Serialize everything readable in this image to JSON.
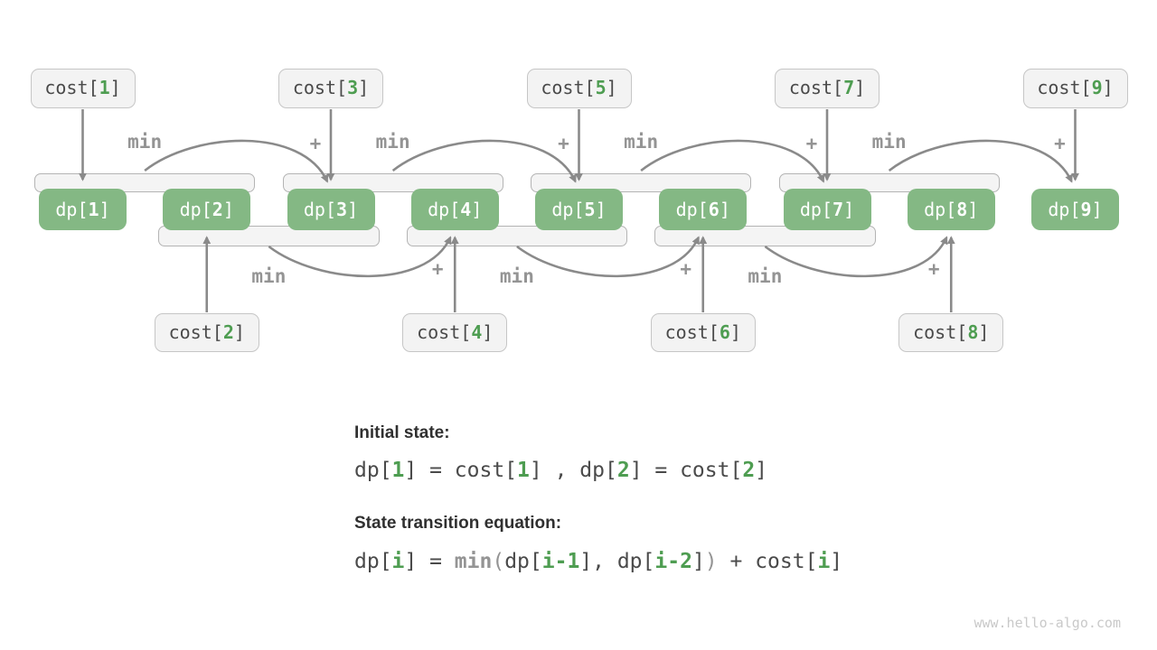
{
  "labels": {
    "min": "min",
    "plus": "+"
  },
  "dp_prefix": "dp[",
  "cost_prefix": "cost[",
  "suffix": "]",
  "dp_indices": [
    "1",
    "2",
    "3",
    "4",
    "5",
    "6",
    "7",
    "8",
    "9"
  ],
  "cost_top_indices": [
    "1",
    "3",
    "5",
    "7",
    "9"
  ],
  "cost_bottom_indices": [
    "2",
    "4",
    "6",
    "8"
  ],
  "top_groups": [
    {
      "pair": [
        "1",
        "2"
      ],
      "target": "3"
    },
    {
      "pair": [
        "3",
        "4"
      ],
      "target": "5"
    },
    {
      "pair": [
        "5",
        "6"
      ],
      "target": "7"
    },
    {
      "pair": [
        "7",
        "8"
      ],
      "target": "9"
    }
  ],
  "bottom_groups": [
    {
      "pair": [
        "2",
        "3"
      ],
      "target": "4"
    },
    {
      "pair": [
        "4",
        "5"
      ],
      "target": "6"
    },
    {
      "pair": [
        "6",
        "7"
      ],
      "target": "8"
    }
  ],
  "notes": {
    "initial_title": "Initial state:",
    "initial_equation": [
      {
        "t": "dp[",
        "c": "dark"
      },
      {
        "t": "1",
        "c": "green"
      },
      {
        "t": "] = cost[",
        "c": "dark"
      },
      {
        "t": "1",
        "c": "green"
      },
      {
        "t": "] , dp[",
        "c": "dark"
      },
      {
        "t": "2",
        "c": "green"
      },
      {
        "t": "] = cost[",
        "c": "dark"
      },
      {
        "t": "2",
        "c": "green"
      },
      {
        "t": "]",
        "c": "dark"
      }
    ],
    "transition_title": "State transition equation:",
    "transition_equation": [
      {
        "t": "dp[",
        "c": "dark"
      },
      {
        "t": "i",
        "c": "green"
      },
      {
        "t": "] = ",
        "c": "dark"
      },
      {
        "t": "min",
        "c": "graybold"
      },
      {
        "t": "(",
        "c": "gray"
      },
      {
        "t": "dp[",
        "c": "dark"
      },
      {
        "t": "i-1",
        "c": "green"
      },
      {
        "t": "], dp[",
        "c": "dark"
      },
      {
        "t": "i-2",
        "c": "green"
      },
      {
        "t": "]",
        "c": "dark"
      },
      {
        "t": ")",
        "c": "gray"
      },
      {
        "t": " + cost[",
        "c": "dark"
      },
      {
        "t": "i",
        "c": "green"
      },
      {
        "t": "]",
        "c": "dark"
      }
    ]
  },
  "watermark": "www.hello-algo.com",
  "colors": {
    "green_box": "#84b884",
    "green_text": "#4e9d51",
    "arrow": "#8a8a8a",
    "operator": "#949494",
    "dark_text": "#4a4a4a",
    "cost_fill": "#f3f3f3",
    "cost_border": "#c6c6c6",
    "bracket_fill": "#f4f4f4",
    "bracket_border": "#b4b4b4",
    "heading": "#303030",
    "watermark": "#c9c9c9"
  }
}
